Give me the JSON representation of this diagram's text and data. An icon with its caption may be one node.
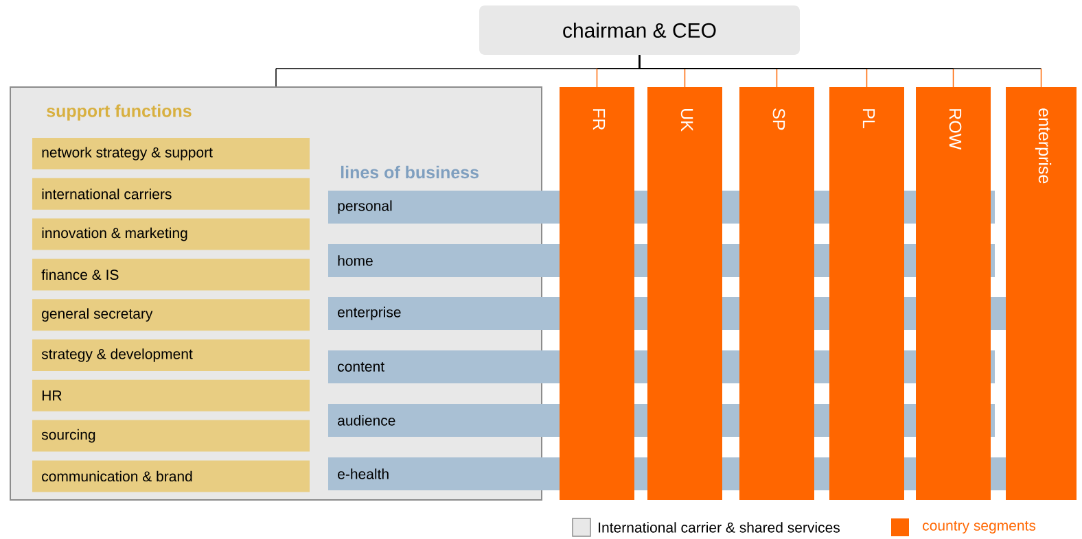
{
  "diagram": {
    "nodes": [
      {
        "text": [
          "chairman & CEO"
        ]
      },
      {
        "text": [
          "support functions",
          "lines of business"
        ]
      },
      {
        "text": [
          "network strategy & support"
        ],
        "in": 1
      },
      {
        "text": [
          "international carriers"
        ],
        "in": 1
      },
      {
        "text": [
          "innovation & marketing"
        ],
        "in": 1
      },
      {
        "text": [
          "finance & IS"
        ],
        "in": 1
      },
      {
        "text": [
          "general secretary"
        ],
        "in": 1
      },
      {
        "text": [
          "strategy & development"
        ],
        "in": 1
      },
      {
        "text": [
          "HR"
        ],
        "in": 1
      },
      {
        "text": [
          "sourcing"
        ],
        "in": 1
      },
      {
        "text": [
          "communication & brand"
        ],
        "in": 1
      },
      {
        "text": [
          "personal"
        ]
      },
      {
        "text": [
          "home"
        ]
      },
      {
        "text": [
          "enterprise"
        ]
      },
      {
        "text": [
          "content"
        ]
      },
      {
        "text": [
          "audience"
        ]
      },
      {
        "text": [
          "e-health"
        ]
      },
      {
        "text": [
          "FR"
        ]
      },
      {
        "text": [
          "UK"
        ]
      },
      {
        "text": [
          "SP"
        ]
      },
      {
        "text": [
          "PL"
        ]
      },
      {
        "text": [
          "ROW"
        ]
      },
      {
        "text": [
          "enterprise"
        ]
      }
    ],
    "edges": [
      {
        "from": 0,
        "to": 1,
        "arrow": "none",
        "color": "#000000"
      },
      {
        "from": 0,
        "to": 17,
        "arrow": "none"
      },
      {
        "from": 0,
        "to": 18,
        "arrow": "none"
      },
      {
        "from": 0,
        "to": 19,
        "arrow": "none"
      },
      {
        "from": 0,
        "to": 20,
        "arrow": "none"
      },
      {
        "from": 0,
        "to": 21,
        "arrow": "none"
      },
      {
        "from": 0,
        "to": 22,
        "arrow": "none"
      }
    ],
    "legend": [
      {
        "text": "International carrier & shared services",
        "color": "#e8e8e8"
      },
      {
        "text": "country segments",
        "color": "#ff6600"
      }
    ]
  }
}
